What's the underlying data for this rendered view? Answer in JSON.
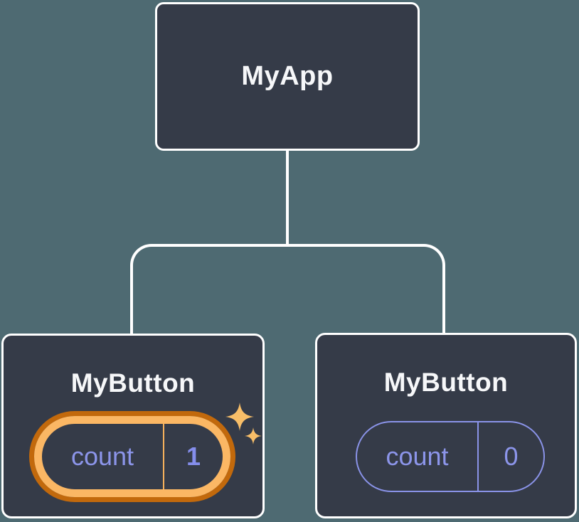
{
  "diagram": {
    "root": {
      "label": "MyApp"
    },
    "children": [
      {
        "label": "MyButton",
        "state": {
          "name": "count",
          "value": "1",
          "highlighted": true
        }
      },
      {
        "label": "MyButton",
        "state": {
          "name": "count",
          "value": "0",
          "highlighted": false
        }
      }
    ],
    "icons": {
      "sparkle": "sparkle-icon"
    },
    "colors": {
      "background": "#4e6a72",
      "node_fill": "#353b48",
      "node_border": "#ffffff",
      "connector": "#ffffff",
      "title_text": "#f6f7f9",
      "state_text": "#8c95ea",
      "state_value_highlight": "#858eec",
      "highlight_ring_outer": "#c2690c",
      "highlight_ring_inner": "#fbb764",
      "highlight_divider": "#f8b25c",
      "plain_pill_border": "#8a93e8",
      "sparkle": "#f8be68"
    }
  }
}
